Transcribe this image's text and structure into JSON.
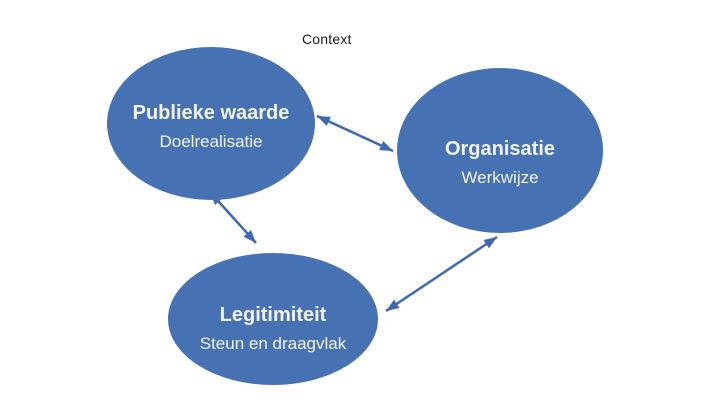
{
  "diagram": {
    "context_label": "Context",
    "nodes": [
      {
        "id": "publieke-waarde",
        "title": "Publieke waarde",
        "subtitle": "Doelrealisatie"
      },
      {
        "id": "organisatie",
        "title": "Organisatie",
        "subtitle": "Werkwijze"
      },
      {
        "id": "legitimiteit",
        "title": "Legitimiteit",
        "subtitle": "Steun en draagvlak"
      }
    ],
    "edges": [
      {
        "from": "publieke-waarde",
        "to": "organisatie",
        "bidirectional": true
      },
      {
        "from": "publieke-waarde",
        "to": "legitimiteit",
        "bidirectional": true
      },
      {
        "from": "legitimiteit",
        "to": "organisatie",
        "bidirectional": true
      }
    ],
    "colors": {
      "ellipse_fill": "#4672b4",
      "arrow": "#3e68b0",
      "text": "#f2f2f2",
      "context_text": "#1a1a1a",
      "background": "#ffffff"
    }
  }
}
